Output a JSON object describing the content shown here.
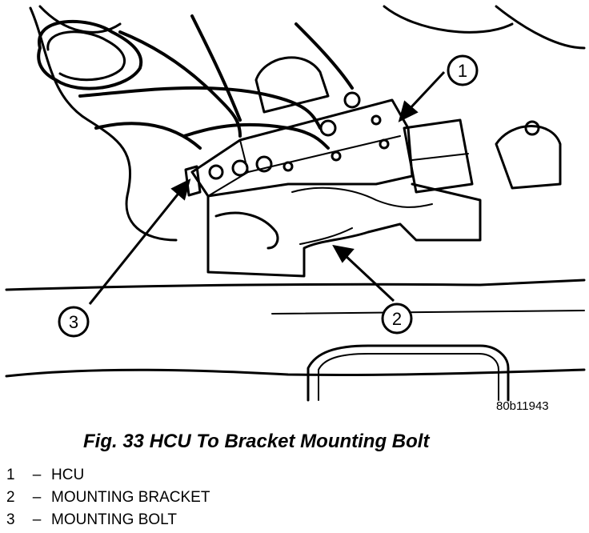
{
  "figure": {
    "id_code": "80b11943",
    "callouts": [
      "1",
      "2",
      "3"
    ]
  },
  "caption": "Fig. 33 HCU To Bracket Mounting Bolt",
  "legend": {
    "separator": "–",
    "items": [
      {
        "num": "1",
        "label": "HCU"
      },
      {
        "num": "2",
        "label": "MOUNTING BRACKET"
      },
      {
        "num": "3",
        "label": "MOUNTING BOLT"
      }
    ]
  }
}
